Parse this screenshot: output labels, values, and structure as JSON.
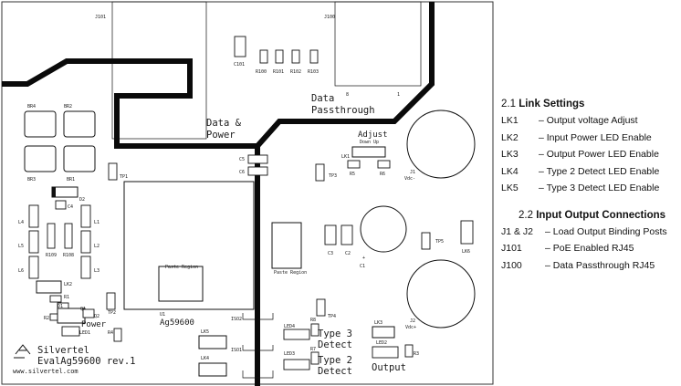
{
  "board": {
    "brand": "Silvertel",
    "model": "EvalAg59600 rev.1",
    "website": "www.silvertel.com",
    "labels": {
      "j101": "J101",
      "j100": "J100",
      "data_power_1": "Data &",
      "data_power_2": "Power",
      "data_pass_1": "Data",
      "data_pass_2": "Passthrough",
      "pin8": "8",
      "pin1": "1",
      "c101": "C101",
      "r100": "R100",
      "r101": "R101",
      "r102": "R102",
      "r103": "R103",
      "br4": "BR4",
      "br2": "BR2",
      "br3": "BR3",
      "br1": "BR1",
      "d2": "D2",
      "c4": "C4",
      "tp1": "TP1",
      "l4": "L4",
      "l5": "L5",
      "l6": "L6",
      "l1": "L1",
      "l2": "L2",
      "l3": "L3",
      "r109": "R109",
      "r108": "R108",
      "lk2": "LK2",
      "r1": "R1",
      "d1": "D1",
      "r2": "R2",
      "q1": "Q1",
      "q2": "Q2",
      "tp2": "TP2",
      "power": "Power",
      "led1": "LED1",
      "r4": "R4",
      "c5": "C5",
      "c6": "C6",
      "adjust": "Adjust",
      "down_up": "Down  Up",
      "lk1": "LK1",
      "r5": "R5",
      "r6": "R6",
      "tp3": "TP3",
      "j1": "J1",
      "vdc_minus": "Vdc-",
      "u1": "U1",
      "ag59600": "Ag59600",
      "paste_region": "Paste Region",
      "c3": "C3",
      "c2": "C2",
      "c1": "C1",
      "tp5": "TP5",
      "lk6": "LK6",
      "j2": "J2",
      "vdc_plus": "Vdc+",
      "tp4": "TP4",
      "iso2": "ISO2",
      "iso1": "ISO1",
      "lk5": "LK5",
      "lk4": "LK4",
      "led4": "LED4",
      "r8": "R8",
      "led3": "LED3",
      "r7": "R7",
      "type3_1": "Type 3",
      "type3_2": "Detect",
      "type2_1": "Type 2",
      "type2_2": "Detect",
      "lk3": "LK3",
      "led2": "LED2",
      "r3": "R3",
      "output": "Output"
    }
  },
  "legend": {
    "link_settings": {
      "number": "2.1",
      "title": "Link Settings",
      "items": [
        {
          "key": "LK1",
          "desc": "– Output voltage Adjust"
        },
        {
          "key": "LK2",
          "desc": "– Input Power LED Enable"
        },
        {
          "key": "LK3",
          "desc": "– Output Power LED Enable"
        },
        {
          "key": "LK4",
          "desc": "– Type 2 Detect LED Enable"
        },
        {
          "key": "LK5",
          "desc": "– Type 3 Detect LED Enable"
        }
      ]
    },
    "io_connections": {
      "number": "2.2",
      "title": "Input Output Connections",
      "items": [
        {
          "key": "J1 & J2",
          "desc": "– Load Output Binding Posts"
        },
        {
          "key": "J101",
          "desc": "– PoE Enabled RJ45"
        },
        {
          "key": "J100",
          "desc": "– Data Passthrough RJ45"
        }
      ]
    }
  }
}
